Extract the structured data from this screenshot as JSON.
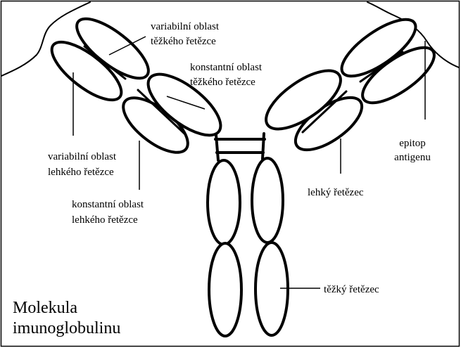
{
  "title": {
    "line1": "Molekula",
    "line2": "imunoglobulinu"
  },
  "labels": {
    "heavy_variable": {
      "line1": "variabilní oblast",
      "line2": "těžkého řetězce"
    },
    "heavy_constant": {
      "line1": "konstantní oblast",
      "line2": "těžkého řetězce"
    },
    "light_variable": {
      "line1": "variabilní oblast",
      "line2": "lehkého řetězce"
    },
    "light_constant": {
      "line1": "konstantní oblast",
      "line2": "lehkého řetězce"
    },
    "epitope": {
      "line1": "epitop",
      "line2": "antigenu"
    },
    "light_chain": "lehký řetězec",
    "heavy_chain": "těžký řetězec"
  },
  "colors": {
    "stroke": "#000000",
    "background": "#ffffff"
  }
}
